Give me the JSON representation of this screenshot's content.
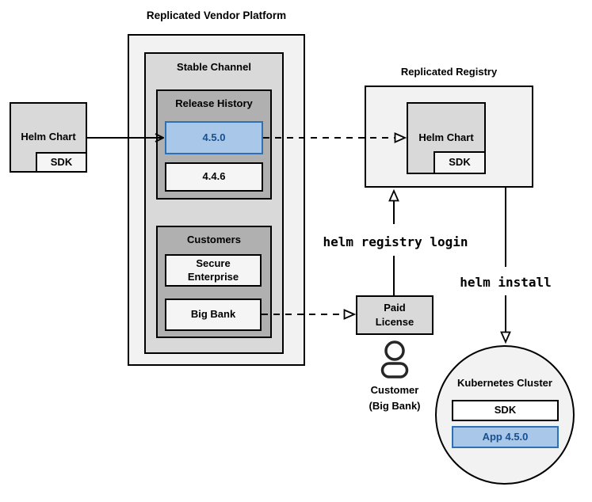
{
  "colors": {
    "highlight_fill": "#a9c7e8",
    "highlight_border": "#2d70b3",
    "highlight_text": "#17508f",
    "container_light": "#f2f2f2",
    "container_mid": "#d9d9d9",
    "container_dark": "#b0b0b0"
  },
  "vendor_platform": {
    "title": "Replicated Vendor Platform",
    "stable_channel_label": "Stable Channel",
    "release_history": {
      "label": "Release History",
      "releases": [
        {
          "version": "4.5.0",
          "highlighted": true
        },
        {
          "version": "4.4.6",
          "highlighted": false
        }
      ]
    },
    "customers": {
      "label": "Customers",
      "items": [
        {
          "name": "Secure Enterprise"
        },
        {
          "name": "Big Bank"
        }
      ]
    }
  },
  "source_helm_chart": {
    "label": "Helm Chart",
    "sdk_label": "SDK"
  },
  "registry": {
    "title": "Replicated Registry",
    "helm_chart": {
      "label": "Helm Chart",
      "sdk_label": "SDK"
    }
  },
  "paid_license": {
    "label": "Paid License"
  },
  "customer": {
    "line1": "Customer",
    "line2": "(Big Bank)"
  },
  "kubernetes_cluster": {
    "label": "Kubernetes Cluster",
    "sdk_label": "SDK",
    "app_label": "App 4.5.0"
  },
  "commands": {
    "registry_login": "helm registry login",
    "install": "helm install"
  }
}
